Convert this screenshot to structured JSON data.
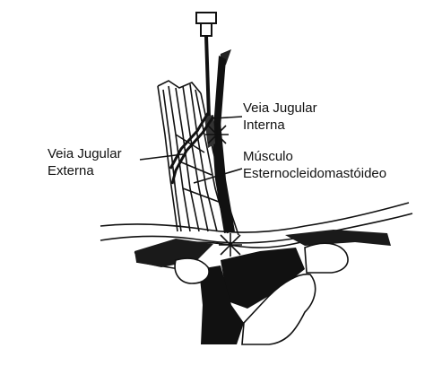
{
  "labels": {
    "veia_jugular_interna": [
      "Veia Jugular",
      "Interna"
    ],
    "veia_jugular_externa": [
      "Veia Jugular",
      "Externa"
    ],
    "musculo": [
      "Músculo",
      "Esternocleidomastóideo"
    ]
  }
}
